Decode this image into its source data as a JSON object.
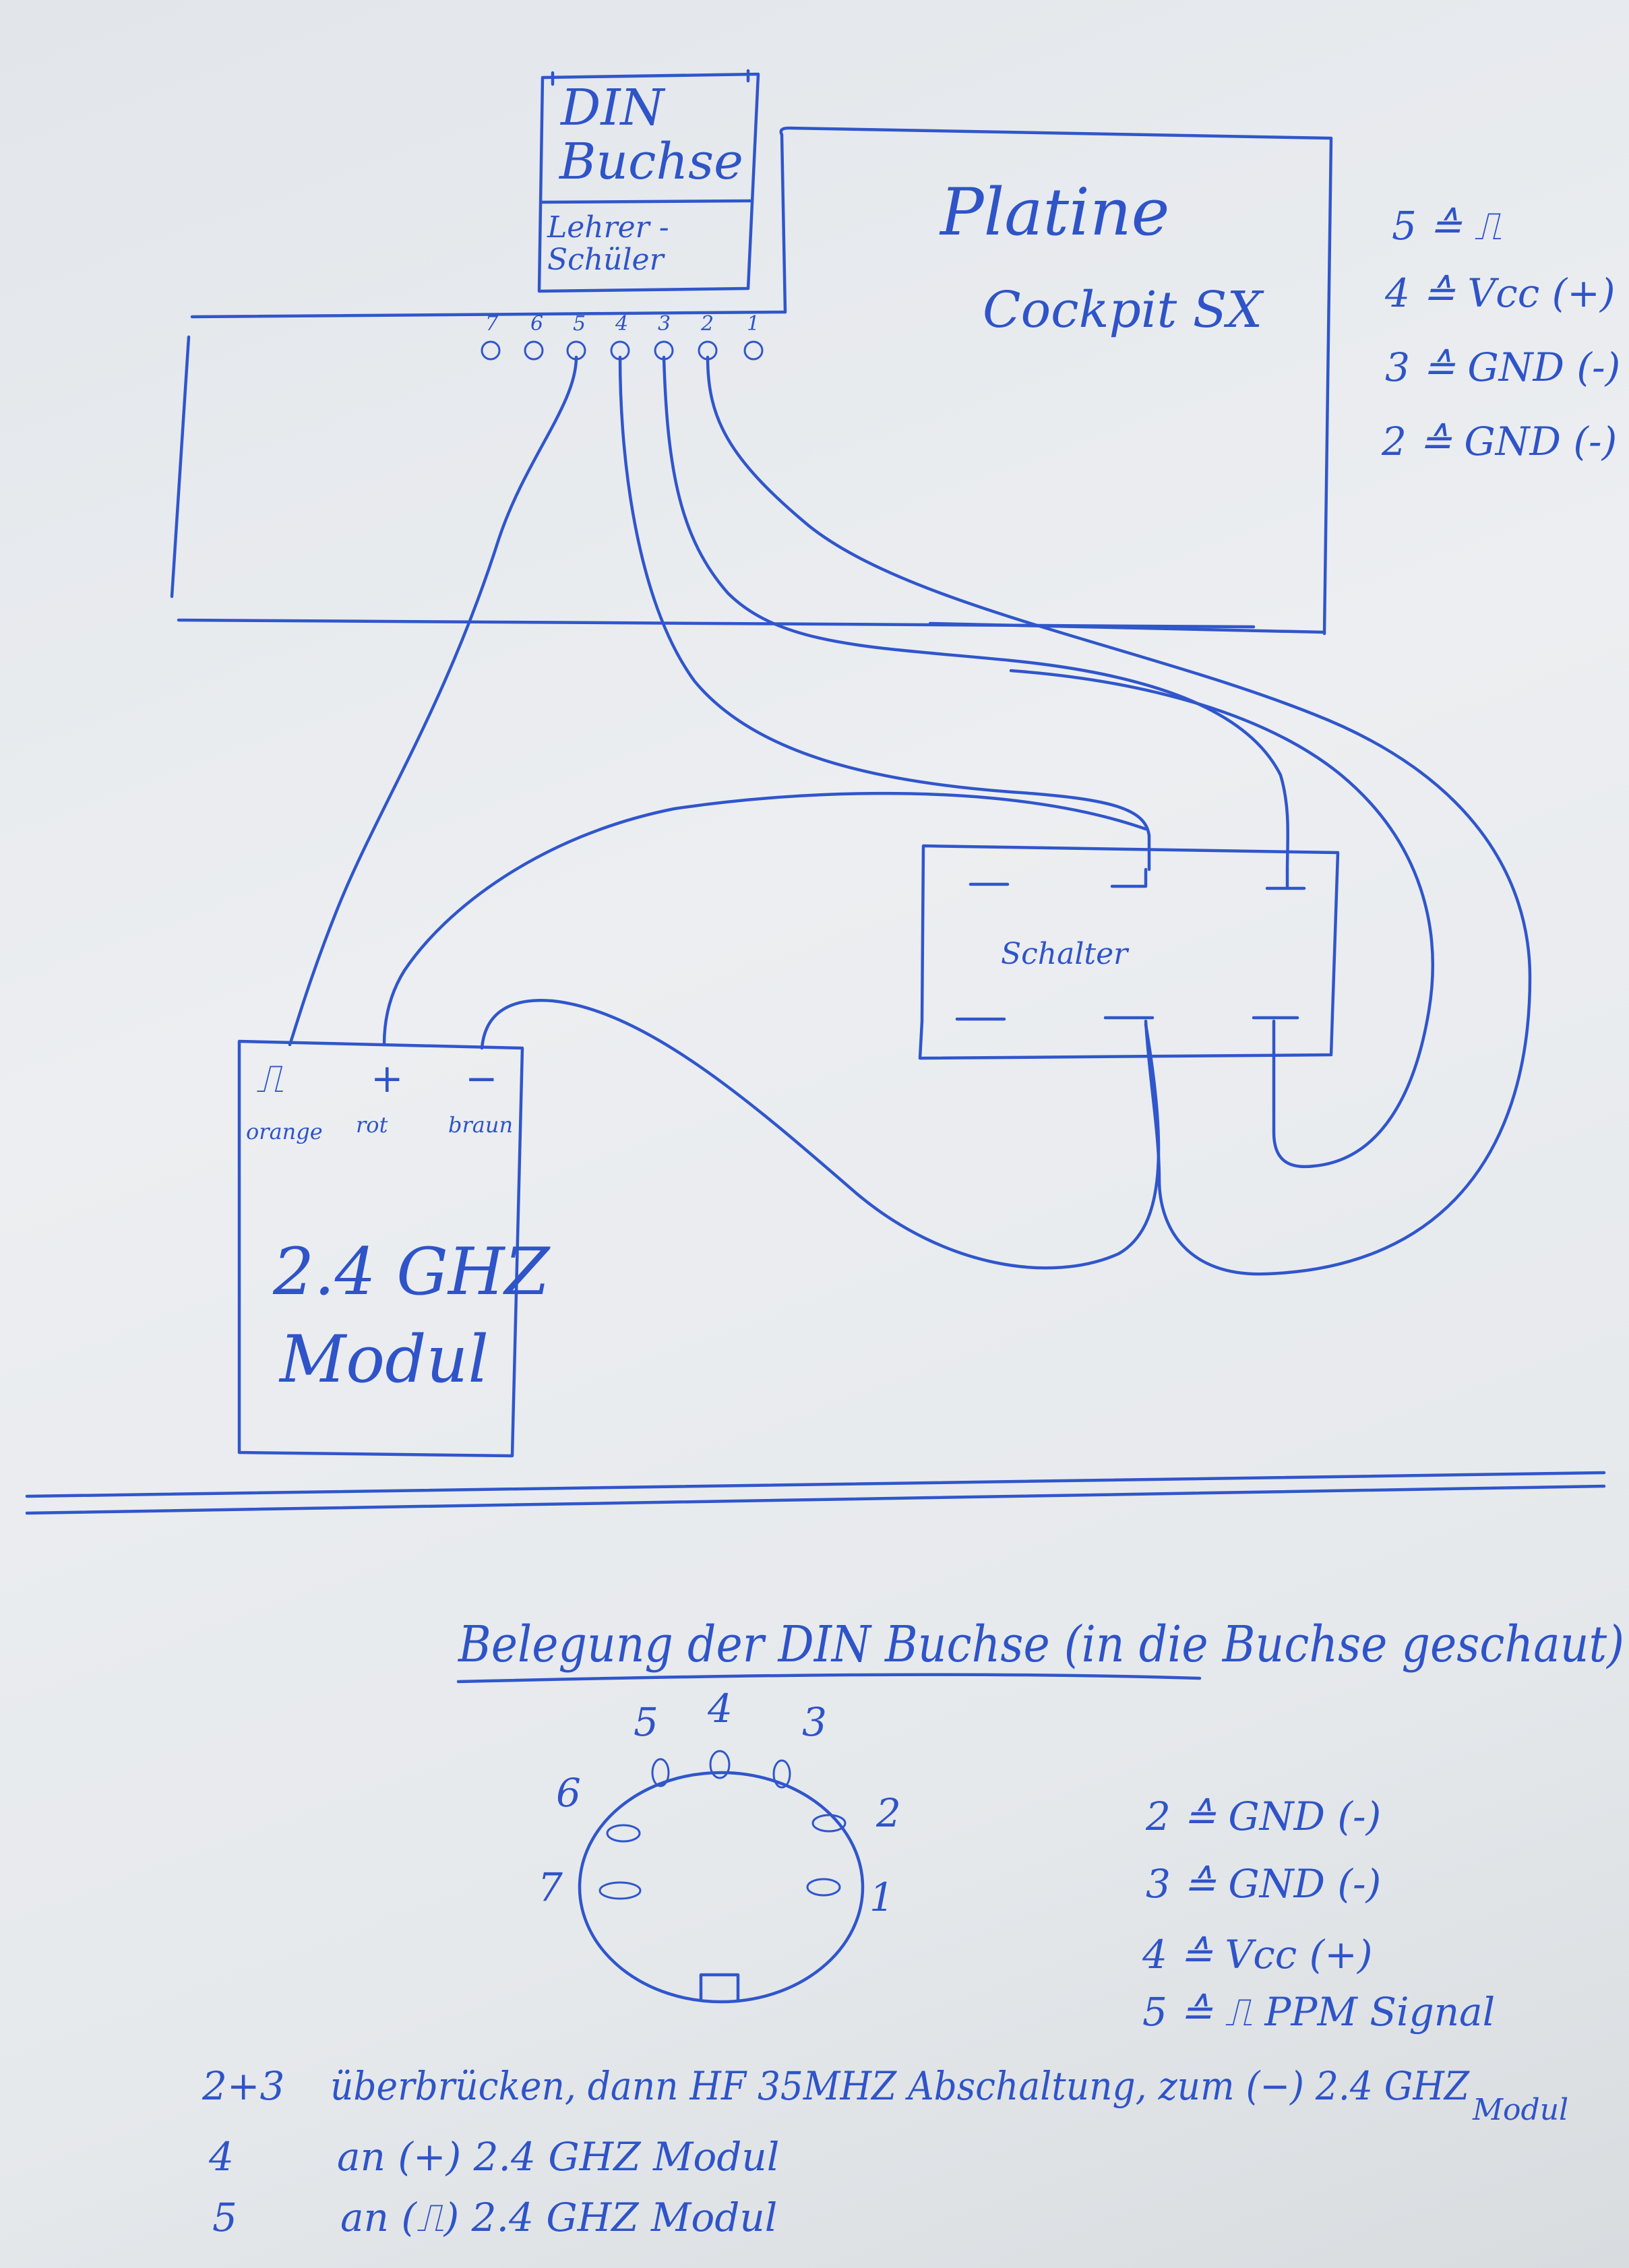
{
  "din_socket": {
    "title_line1": "DIN",
    "title_line2": "Buchse",
    "sub_line1": "Lehrer -",
    "sub_line2": "Schüler"
  },
  "board": {
    "title_line1": "Platine",
    "title_line2": "Cockpit SX"
  },
  "pin_numbers": [
    "7",
    "6",
    "5",
    "4",
    "3",
    "2",
    "1"
  ],
  "pin_legend_top": [
    "5 ≙ ⎍",
    "4 ≙ Vcc (+)",
    "3 ≙ GND (-)",
    "2 ≙ GND (-)"
  ],
  "switch": {
    "label": "Schalter"
  },
  "module": {
    "title_line1": "2.4 GHZ",
    "title_line2": "Modul",
    "terminals": [
      {
        "symbol": "⎍",
        "color_label": "orange"
      },
      {
        "symbol": "+",
        "color_label": "rot"
      },
      {
        "symbol": "−",
        "color_label": "braun"
      }
    ]
  },
  "pinout": {
    "heading": "Belegung der DIN Buchse (in die Buchse geschaut)",
    "pins": [
      "5",
      "4",
      "3",
      "6",
      "2",
      "7",
      "1"
    ],
    "legend": [
      "2 ≙ GND (-)",
      "3 ≙ GND (-)",
      "4 ≙ Vcc (+)",
      "5 ≙ ⎍ PPM Signal"
    ]
  },
  "notes": [
    {
      "key": "2+3",
      "text": "überbrücken, dann HF 35MHZ Abschaltung, zum (−) 2.4 GHZ",
      "text2": "Modul"
    },
    {
      "key": "4",
      "text": "an (+) 2.4 GHZ Modul"
    },
    {
      "key": "5",
      "text": "an (⎍) 2.4 GHZ Modul"
    }
  ],
  "colors": {
    "ink": "#3056cc",
    "paper": "#e8ebee"
  }
}
